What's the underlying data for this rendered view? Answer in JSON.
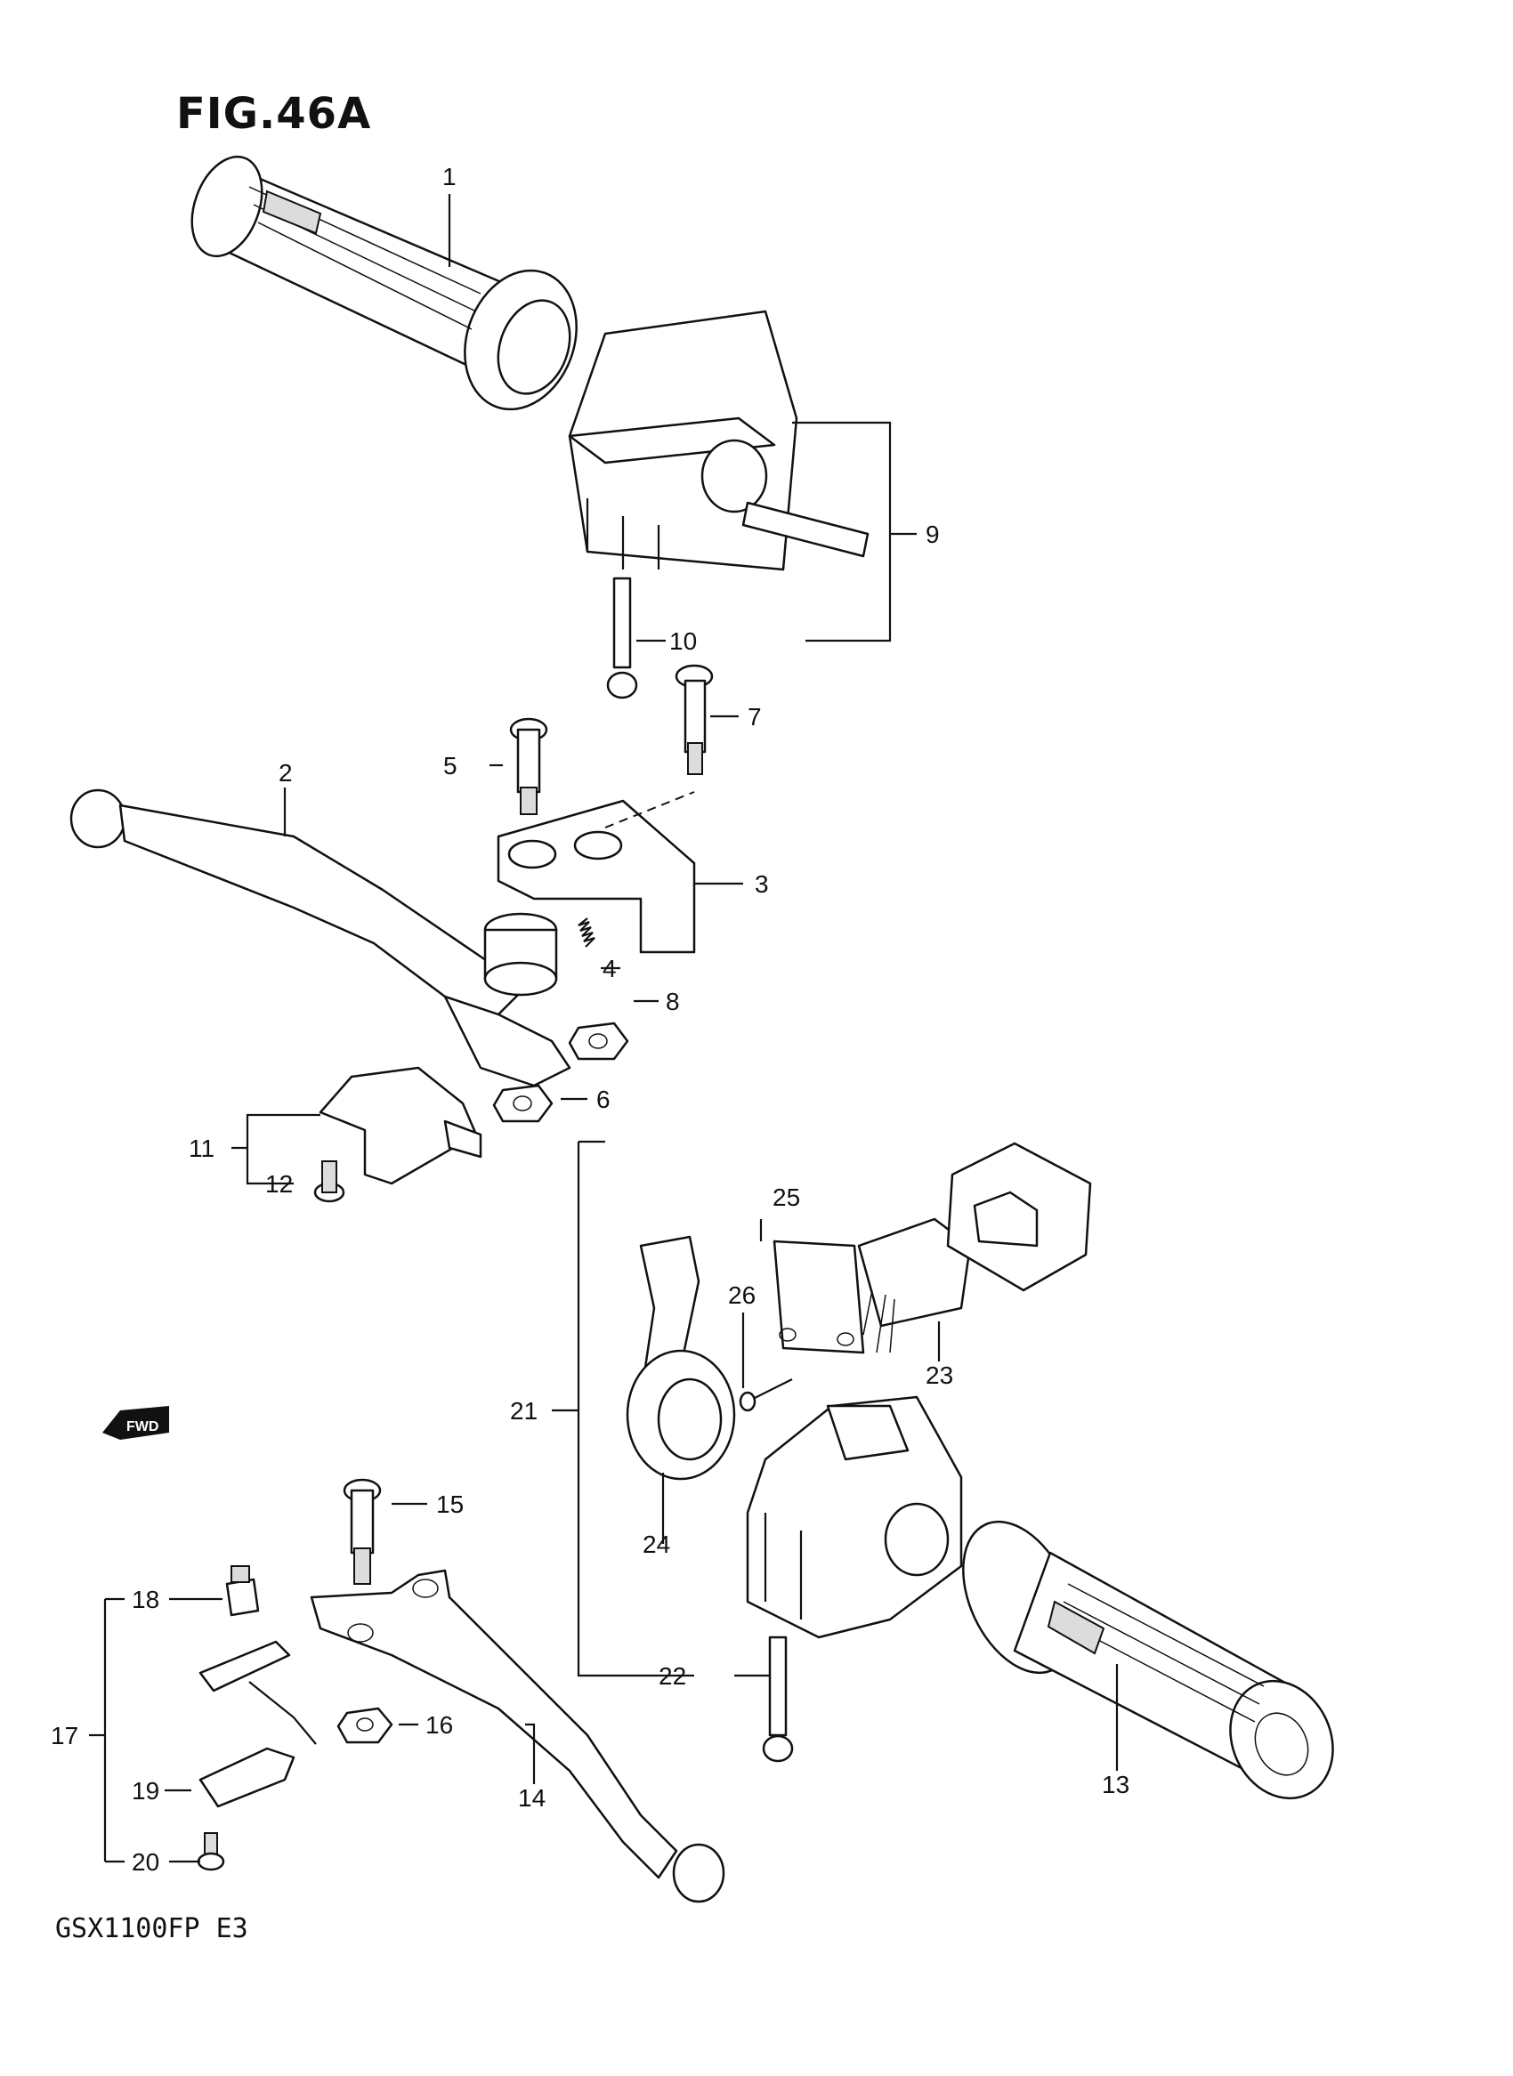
{
  "figure": {
    "title": "FIG.46A",
    "model_code": "GSX1100FP  E3",
    "fwd_badge": "FWD"
  },
  "callouts": [
    "1",
    "2",
    "3",
    "4",
    "5",
    "6",
    "7",
    "8",
    "9",
    "10",
    "11",
    "12",
    "13",
    "14",
    "15",
    "16",
    "17",
    "18",
    "19",
    "20",
    "21",
    "22",
    "23",
    "24",
    "25",
    "26"
  ]
}
